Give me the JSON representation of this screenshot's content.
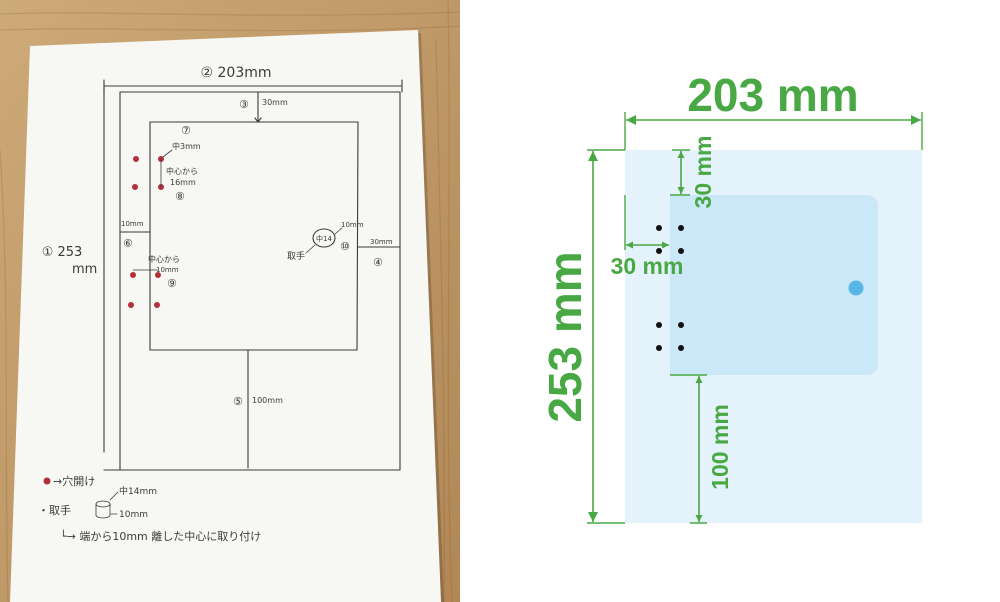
{
  "colors": {
    "wood": "#cdaa78",
    "wood_dark": "#b18756",
    "paper": "#f7f7f4",
    "pen": "#3b3b3b",
    "sketch_hole": "#b3303a",
    "dimension_green": "#48a843",
    "plate_outer": "#e4f3fb",
    "plate_inner": "#cbe8f8",
    "hole": "#111111",
    "handle": "#56b7e6"
  },
  "sketch": {
    "width": "② 203mm",
    "height_number": "① 253",
    "height_unit": "mm",
    "top_marker": "③",
    "top_value": "30mm",
    "hole_top_marker": "⑦",
    "hole_diameter": "中3mm",
    "hole_spacing_text": "中心から",
    "hole_spacing_value": "16mm",
    "hole_spacing_marker": "⑧",
    "left_value": "10mm",
    "left_marker": "⑥",
    "hole_offset_text": "中心から",
    "hole_offset_value": "10mm",
    "hole_offset_marker": "⑨",
    "handle_diameter": "中14",
    "handle_depth": "10mm",
    "handle_marker": "⑩",
    "handle_label": "取手",
    "right_value": "30mm",
    "right_marker": "④",
    "bottom_marker": "⑤",
    "bottom_value": "100mm",
    "legend": {
      "hole": "→穴開け",
      "handle": "・取手",
      "handle_diameter": "中14mm",
      "handle_depth": "10mm",
      "note": "└→ 端から10mm 離した中心に取り付け"
    }
  },
  "diagram": {
    "width_label": "203 mm",
    "height_label": "253 mm",
    "top_offset_label": "30 mm",
    "side_offset_label": "30 mm",
    "bottom_offset_label": "100 mm"
  }
}
